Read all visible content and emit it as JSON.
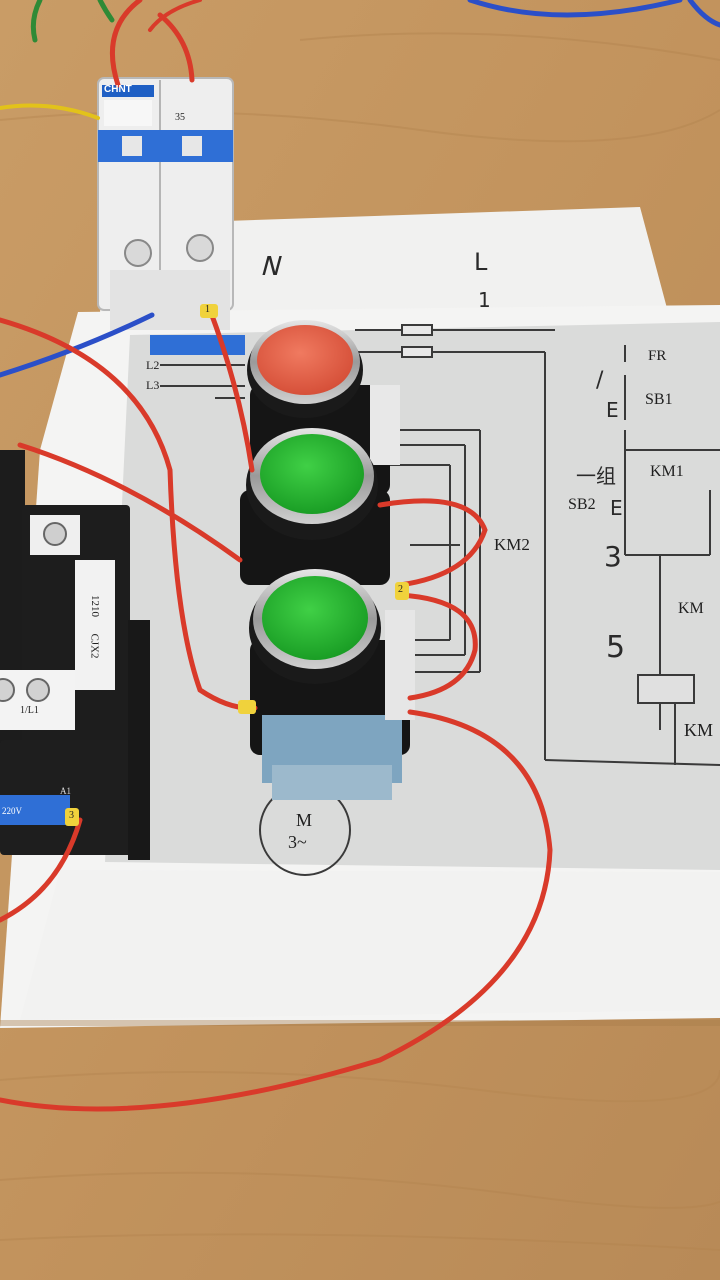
{
  "photo": {
    "breaker": {
      "brand": "CHNT",
      "rating": "35"
    },
    "contactor": {
      "model": "CJX2",
      "code": "1210",
      "terminal": "1/L1",
      "coil": "220V",
      "tag": "A1"
    },
    "schematic": {
      "labels": {
        "fr": "FR",
        "sb1": "SB1",
        "km1": "KM1",
        "sb2": "SB2",
        "km2": "KM2",
        "km_aux": "KM",
        "km_coil": "KM",
        "motor": "M",
        "motor_phase": "3~",
        "l2": "L2",
        "l3": "L3"
      },
      "handwriting": {
        "n": "N",
        "l": "L",
        "one": "1",
        "e1": "E",
        "e2": "E",
        "group": "一组",
        "three": "3",
        "five": "5",
        "slash": "/"
      }
    },
    "buttons": [
      {
        "name": "stop",
        "color": "#e0604a"
      },
      {
        "name": "start-1",
        "color": "#25b52f"
      },
      {
        "name": "start-2",
        "color": "#22b02c"
      }
    ],
    "wire_tags": [
      "1",
      "2",
      "3"
    ]
  }
}
